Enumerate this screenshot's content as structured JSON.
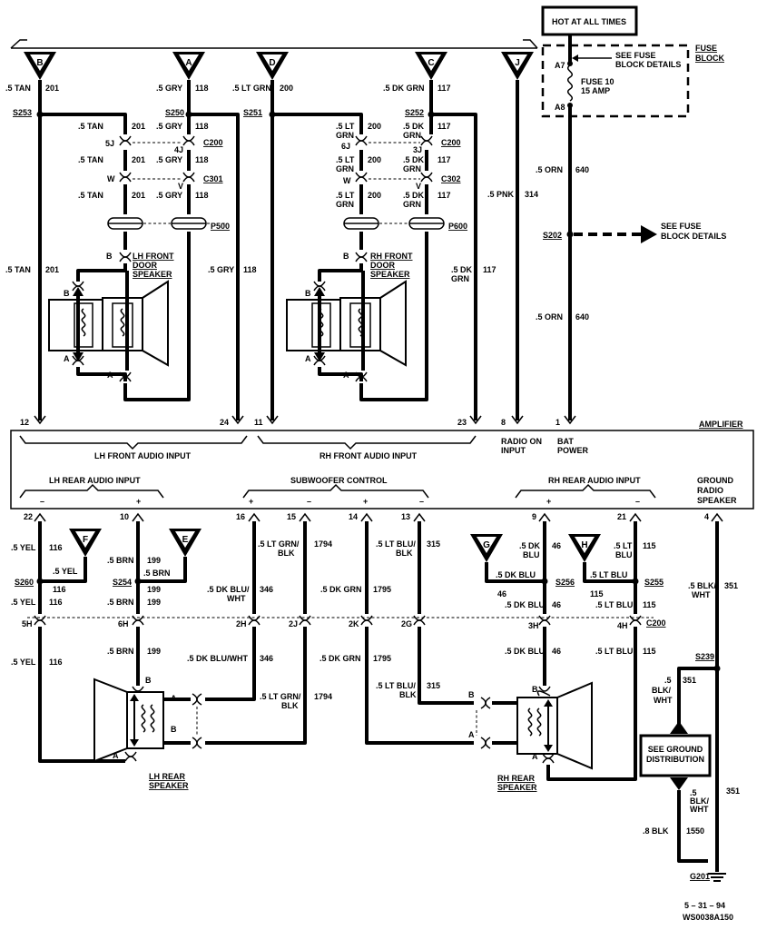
{
  "header": {
    "hot_at_all_times": "HOT AT ALL TIMES"
  },
  "fuse_block": {
    "title_1": "FUSE",
    "title_2": "BLOCK",
    "see_details_1": "SEE FUSE",
    "see_details_2": "BLOCK DETAILS",
    "fuse_1": "FUSE 10",
    "fuse_2": "15 AMP",
    "pin_in": "A7",
    "pin_out": "A8"
  },
  "splice_s202": {
    "id": "S202",
    "see_1": "SEE FUSE",
    "see_2": "BLOCK DETAILS"
  },
  "connectors": {
    "B": "B",
    "A": "A",
    "D": "D",
    "C": "C",
    "J": "J",
    "F": "F",
    "E": "E",
    "G": "G",
    "H": "H"
  },
  "top_wires": {
    "b": {
      "size": ".5 TAN",
      "circuit": "201"
    },
    "a": {
      "size": ".5 GRY",
      "circuit": "118"
    },
    "d": {
      "size": ".5 LT GRN",
      "circuit": "200"
    },
    "c": {
      "size": ".5 DK GRN",
      "circuit": "117"
    },
    "j": {
      "size": ".5 PNK",
      "circuit": "314"
    },
    "orn_1": {
      "size": ".5 ORN",
      "circuit": "640"
    },
    "orn_2": {
      "size": ".5 ORN",
      "circuit": "640"
    },
    "tan_low": {
      "size": ".5 TAN",
      "circuit": "201"
    },
    "gry_low": {
      "size": ".5 GRY",
      "circuit": "118"
    },
    "dkgrn_low_1": ".5 DK",
    "dkgrn_low_2": "GRN",
    "dkgrn_low_circuit": "117"
  },
  "splices_top": {
    "s253": "S253",
    "s250": "S250",
    "s251": "S251",
    "s252": "S252"
  },
  "lh_front": {
    "tan_size": ".5 TAN",
    "tan_circuit": "201",
    "gry_size": ".5 GRY",
    "gry_circuit": "118",
    "pin_tan_c200": "5J",
    "pin_gry_c200": "4J",
    "c200": "C200",
    "pin_tan_c301": "W",
    "pin_gry_c301": "V",
    "c301": "C301",
    "p500": "P500",
    "pin_b": "B",
    "pin_a": "A",
    "pin_b2": "B",
    "pin_a2": "A",
    "speaker_1": "LH FRONT",
    "speaker_2": "DOOR",
    "speaker_3": "SPEAKER"
  },
  "rh_front": {
    "ltgrn_1": ".5 LT",
    "ltgrn_2": "GRN",
    "ltgrn_circuit": "200",
    "dkgrn_1": ".5 DK",
    "dkgrn_2": "GRN",
    "dkgrn_circuit": "117",
    "pin_ltgrn_c200": "6J",
    "pin_dkgrn_c200": "3J",
    "c200": "C200",
    "pin_ltgrn_c302": "W",
    "pin_dkgrn_c302": "V",
    "c302": "C302",
    "p600": "P600",
    "pin_b": "B",
    "pin_a": "A",
    "pin_b2": "B",
    "pin_a2": "A",
    "speaker_1": "RH FRONT",
    "speaker_2": "DOOR",
    "speaker_3": "SPEAKER"
  },
  "amplifier": {
    "title": "AMPLIFIER",
    "pins_top": {
      "p12": "12",
      "p24": "24",
      "p11": "11",
      "p23": "23",
      "p8": "8",
      "p1": "1"
    },
    "lh_front_input": "LH FRONT AUDIO INPUT",
    "rh_front_input": "RH FRONT AUDIO INPUT",
    "radio_on_1": "RADIO ON",
    "radio_on_2": "INPUT",
    "bat_1": "BAT",
    "bat_2": "POWER",
    "lh_rear_input": "LH REAR AUDIO INPUT",
    "subwoofer_control": "SUBWOOFER CONTROL",
    "rh_rear_input": "RH REAR AUDIO INPUT",
    "ground_1": "GROUND",
    "ground_2": "RADIO",
    "ground_3": "SPEAKER",
    "minus": "–",
    "plus": "+",
    "pins_bottom": {
      "p22": "22",
      "p10": "10",
      "p16": "16",
      "p15": "15",
      "p14": "14",
      "p13": "13",
      "p9": "9",
      "p21": "21",
      "p4": "4"
    }
  },
  "bottom": {
    "yel_size": ".5 YEL",
    "yel_circuit": "116",
    "brn_size": ".5 BRN",
    "brn_circuit": "199",
    "s260": "S260",
    "s254": "S254",
    "s256": "S256",
    "s255": "S255",
    "s239": "S239",
    "dkblu_wht_1": ".5 DK BLU/",
    "dkblu_wht_2": "WHT",
    "dkblu_wht_circuit": "346",
    "dkblu_wht_full": ".5 DK BLU/WHT",
    "ltgrn_blk_1": ".5 LT GRN/",
    "ltgrn_blk_2": "BLK",
    "ltgrn_blk_circuit": "1794",
    "dkgrn_size": ".5 DK GRN",
    "dkgrn_circuit": "1795",
    "ltblu_blk_1": ".5 LT BLU/",
    "ltblu_blk_2": "BLK",
    "ltblu_blk_circuit": "315",
    "dkblu_1": ".5 DK",
    "dkblu_2": "BLU",
    "dkblu_circuit": "46",
    "dkblu_full": ".5 DK BLU",
    "ltblu_1": ".5 LT",
    "ltblu_2": "BLU",
    "ltblu_circuit": "115",
    "ltblu_full": ".5 LT BLU",
    "blk_wht_1": ".5 BLK/",
    "blk_wht_2": "WHT",
    "blk_wht_circuit": "351",
    "blk_wht_b1": ".5",
    "blk_wht_b2": "BLK/",
    "blk_wht_b3": "WHT",
    "blk_size": ".8 BLK",
    "blk_circuit": "1550",
    "c200": "C200",
    "pins_c200": {
      "p5h": "5H",
      "p6h": "6H",
      "p2h": "2H",
      "p2j": "2J",
      "p2k": "2K",
      "p2g": "2G",
      "p3h": "3H",
      "p4h": "4H"
    },
    "pin_b": "B",
    "pin_a": "A",
    "lh_rear_1": "LH REAR",
    "lh_rear_2": "SPEAKER",
    "rh_rear_1": "RH REAR",
    "rh_rear_2": "SPEAKER",
    "see_ground_1": "SEE GROUND",
    "see_ground_2": "DISTRIBUTION",
    "g201": "G201"
  },
  "footer": {
    "date": "5 – 31 – 94",
    "code": "WS0038A150"
  }
}
